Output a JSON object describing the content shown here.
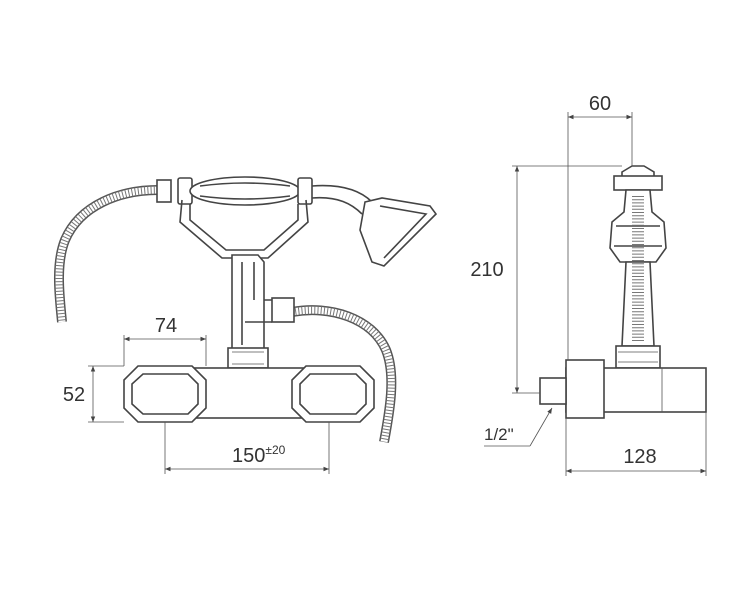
{
  "drawing": {
    "dimensions": {
      "handle_width": "74",
      "body_height": "52",
      "center_distance": "150",
      "center_tolerance": "±20",
      "side_width": "60",
      "total_height": "210",
      "depth": "128",
      "thread": "1/2\""
    },
    "colors": {
      "line": "#444444",
      "dimension_line": "#555555",
      "background": "#ffffff"
    }
  }
}
